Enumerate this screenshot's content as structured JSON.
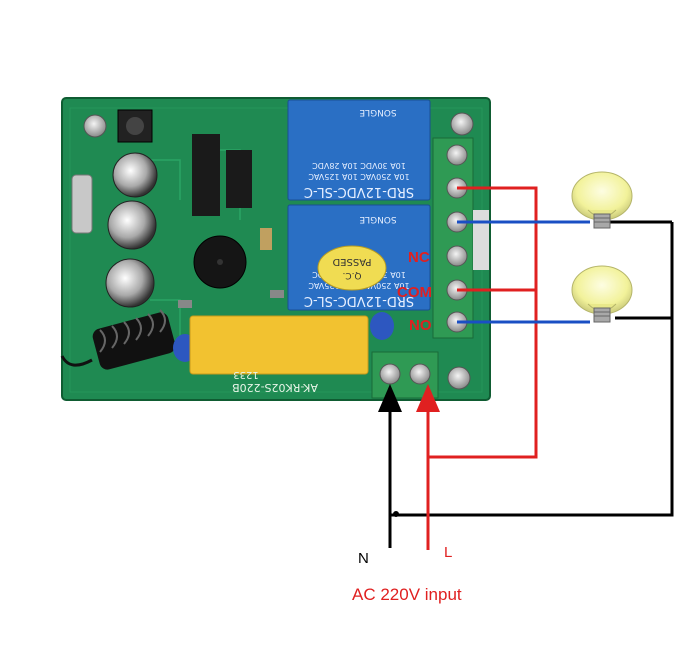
{
  "relay1": {
    "model": "SRD-12VDC-SL-C",
    "ratings": [
      "10A 250VAC  10A 125VAC",
      "10A 30VDC  10A 28VDC"
    ],
    "brand": "SONGLE"
  },
  "relay2": {
    "model": "SRD-12VDC-SL-C",
    "ratings": [
      "10A 250VAC  10A 125VAC",
      "10A 30VDC  10A 28VDC"
    ],
    "brand": "SONGLE"
  },
  "qc_sticker": {
    "line1": "Q.C.",
    "line2": "PASSED"
  },
  "board_marking": "AK-RK02S-220B",
  "silk_code": "1233",
  "terminal_labels": {
    "nc": "NC",
    "com": "COM",
    "no": "NO"
  },
  "input_labels": {
    "n": "N",
    "l": "L",
    "caption": "AC 220V input"
  },
  "colors": {
    "pcb": "#1f8a52",
    "pcb_dark": "#136b3b",
    "relay": "#2a6fc4",
    "terminal": "#2f9a54",
    "wire_red": "#e02020",
    "wire_black": "#000000",
    "wire_blue": "#1a4fc4",
    "bulb": "#f2f29a"
  }
}
